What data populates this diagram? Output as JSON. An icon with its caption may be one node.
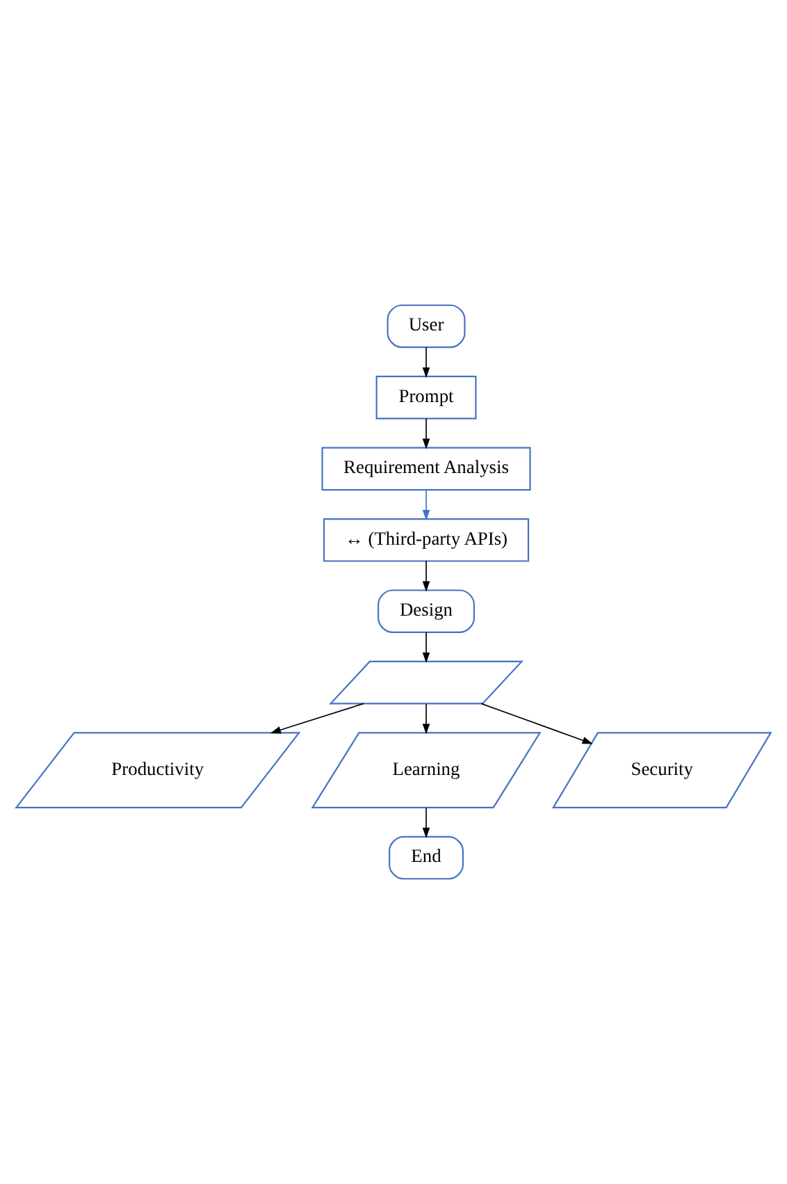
{
  "diagram": {
    "nodes": [
      {
        "text": [
          "User"
        ]
      },
      {
        "text": [
          "Prompt"
        ]
      },
      {
        "text": [
          "Requirement Analysis"
        ]
      },
      {
        "text": [
          "↔ (Third-party APIs)"
        ]
      },
      {
        "text": [
          "Design"
        ]
      },
      {
        "text": [],
        "shape": "parallelogram"
      },
      {
        "text": [
          "Productivity"
        ]
      },
      {
        "text": [
          "Learning"
        ]
      },
      {
        "text": [
          "Security"
        ]
      },
      {
        "text": [
          "End"
        ]
      }
    ],
    "edges": [
      {
        "from": 0,
        "to": 1,
        "arrow": "to"
      },
      {
        "from": 1,
        "to": 2,
        "arrow": "to"
      },
      {
        "from": 2,
        "to": 3,
        "arrow": "to",
        "color": "#4472c4"
      },
      {
        "from": 3,
        "to": 4,
        "arrow": "to"
      },
      {
        "from": 4,
        "to": 5,
        "arrow": "to"
      },
      {
        "from": 5,
        "to": 6,
        "arrow": "to"
      },
      {
        "from": 5,
        "to": 7,
        "arrow": "to"
      },
      {
        "from": 5,
        "to": 8,
        "arrow": "to"
      },
      {
        "from": 7,
        "to": 9,
        "arrow": "to"
      }
    ]
  }
}
